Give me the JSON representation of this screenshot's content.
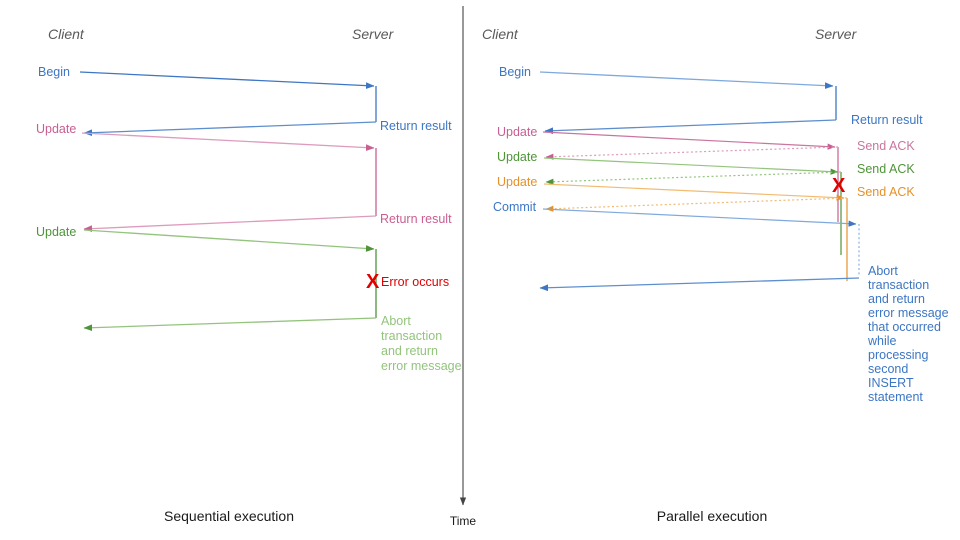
{
  "palette": {
    "blue": "#3d76c4",
    "blue_light": "#7fa9dd",
    "pink": "#c95e92",
    "pink_light": "#dd9cbd",
    "green": "#4f9438",
    "green_light": "#93c47d",
    "orange": "#e59128",
    "orange_light": "#f3bb72",
    "red": "#e00000",
    "gray": "#595959",
    "axis": "#444444",
    "divider": "#555555"
  },
  "divider": {
    "name": "panel-divider"
  },
  "time_axis": {
    "label": "Time"
  },
  "panels": [
    {
      "id": "sequential",
      "caption": "Sequential execution",
      "client_title": "Client",
      "server_title": "Server",
      "messages": [
        {
          "label": "Begin",
          "color": "blue",
          "side": "client"
        },
        {
          "label": "Return result",
          "color": "blue",
          "side": "server"
        },
        {
          "label": "Update",
          "color": "pink",
          "side": "client"
        },
        {
          "label": "Return result",
          "color": "pink",
          "side": "server"
        },
        {
          "label": "Update",
          "color": "green",
          "side": "client"
        },
        {
          "label": "Error occurs",
          "color": "red",
          "side": "server"
        },
        {
          "label": "Abort\ntransaction\nand return\nerror message",
          "color": "green",
          "side": "server"
        }
      ],
      "error_marker": "X",
      "error_text": "Error occurs",
      "abort_text_lines": [
        "Abort",
        "transaction",
        "and return",
        "error message"
      ]
    },
    {
      "id": "parallel",
      "caption": "Parallel execution",
      "client_title": "Client",
      "server_title": "Server",
      "messages": [
        {
          "label": "Begin",
          "color": "blue",
          "side": "client"
        },
        {
          "label": "Return result",
          "color": "blue",
          "side": "server"
        },
        {
          "label": "Update",
          "color": "pink",
          "side": "client"
        },
        {
          "label": "Send ACK",
          "color": "pink",
          "side": "server"
        },
        {
          "label": "Update",
          "color": "green",
          "side": "client"
        },
        {
          "label": "Send ACK",
          "color": "green",
          "side": "server"
        },
        {
          "label": "Update",
          "color": "orange",
          "side": "client"
        },
        {
          "label": "Send ACK",
          "color": "orange",
          "side": "server"
        },
        {
          "label": "Commit",
          "color": "blue",
          "side": "client"
        }
      ],
      "error_marker": "X",
      "abort_text_lines": [
        "Abort",
        "transaction",
        "and return",
        "error message",
        "that occurred",
        "while",
        "processing",
        "second",
        "INSERT",
        "statement"
      ]
    }
  ],
  "labels": {
    "begin": "Begin",
    "update": "Update",
    "commit": "Commit",
    "return_result": "Return result",
    "send_ack": "Send ACK",
    "error_occurs": "Error occurs",
    "error_x": "X",
    "seq_caption": "Sequential execution",
    "par_caption": "Parallel execution",
    "time": "Time",
    "client": "Client",
    "server": "Server",
    "abort_l1": "Abort",
    "abort_l2": "transaction",
    "abort_l3": "and return",
    "abort_l4": "error message",
    "abort_l5": "that occurred",
    "abort_l6": "while",
    "abort_l7": "processing",
    "abort_l8": "second",
    "abort_l9": "INSERT",
    "abort_l10": "statement"
  }
}
